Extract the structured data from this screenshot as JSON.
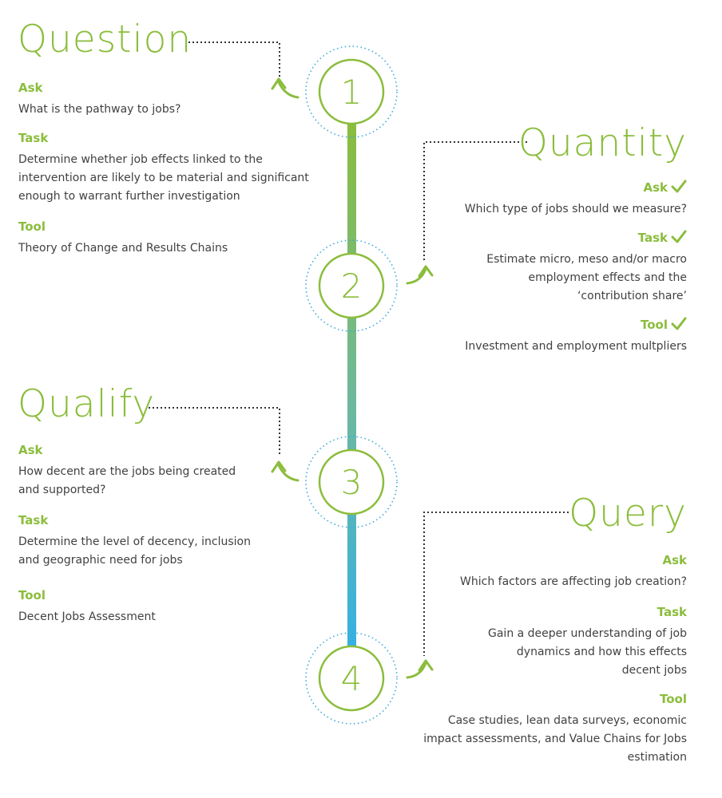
{
  "colors": {
    "green": "#8bbd3c",
    "blue": "#3fb3df",
    "dots_blue": "#3fa9dc",
    "text": "#414141"
  },
  "steps": [
    {
      "number": "1",
      "heading": "Question",
      "side": "left",
      "ask_label": "Ask",
      "ask": "What is the pathway to jobs?",
      "task_label": "Task",
      "task": "Determine whether job effects linked to the intervention are likely to be material and significant enough to warrant further investigation",
      "tool_label": "Tool",
      "tool": "Theory of Change and Results Chains"
    },
    {
      "number": "2",
      "heading": "Quantity",
      "side": "right",
      "ask_label": "Ask",
      "ask": "Which type of jobs should we measure?",
      "task_label": "Task",
      "task": "Estimate micro, meso and/or macro employment effects and the ‘contribution share’",
      "tool_label": "Tool",
      "tool": "Investment and employment multpliers"
    },
    {
      "number": "3",
      "heading": "Qualify",
      "side": "left",
      "ask_label": "Ask",
      "ask": "How decent are the jobs being created and supported?",
      "task_label": "Task",
      "task": "Determine the level of decency, inclusion and geographic need for jobs",
      "tool_label": "Tool",
      "tool": "Decent Jobs Assessment"
    },
    {
      "number": "4",
      "heading": "Query",
      "side": "right",
      "ask_label": "Ask",
      "ask": "Which factors are affecting job creation?",
      "task_label": "Task",
      "task": "Gain a deeper understanding of job dynamics and how this effects decent jobs",
      "tool_label": "Tool",
      "tool": "Case studies, lean data surveys, economic impact assessments, and Value Chains for Jobs estimation"
    }
  ]
}
